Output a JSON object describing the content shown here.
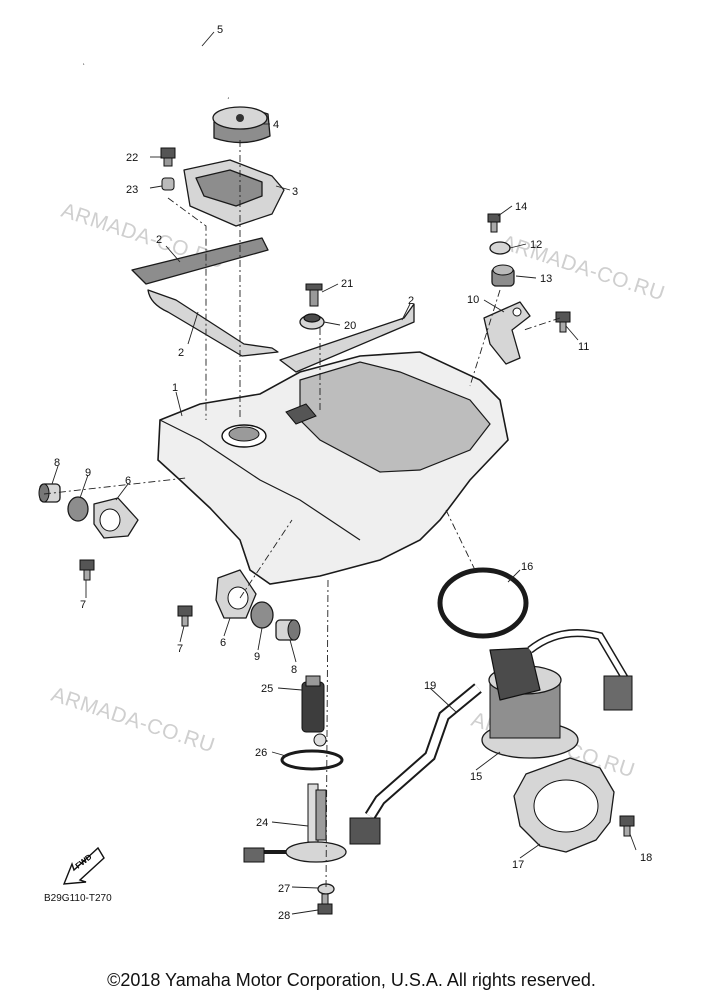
{
  "callouts": [
    {
      "id": "c1",
      "text": "1"
    },
    {
      "id": "c2a",
      "text": "2"
    },
    {
      "id": "c2b",
      "text": "2"
    },
    {
      "id": "c2c",
      "text": "2"
    },
    {
      "id": "c3",
      "text": "3"
    },
    {
      "id": "c4",
      "text": "4"
    },
    {
      "id": "c5",
      "text": "5"
    },
    {
      "id": "c6a",
      "text": "6"
    },
    {
      "id": "c6b",
      "text": "6"
    },
    {
      "id": "c7a",
      "text": "7"
    },
    {
      "id": "c7b",
      "text": "7"
    },
    {
      "id": "c8a",
      "text": "8"
    },
    {
      "id": "c8b",
      "text": "8"
    },
    {
      "id": "c9a",
      "text": "9"
    },
    {
      "id": "c9b",
      "text": "9"
    },
    {
      "id": "c10",
      "text": "10"
    },
    {
      "id": "c11",
      "text": "11"
    },
    {
      "id": "c12",
      "text": "12"
    },
    {
      "id": "c13",
      "text": "13"
    },
    {
      "id": "c14",
      "text": "14"
    },
    {
      "id": "c15",
      "text": "15"
    },
    {
      "id": "c16",
      "text": "16"
    },
    {
      "id": "c17",
      "text": "17"
    },
    {
      "id": "c18",
      "text": "18"
    },
    {
      "id": "c19",
      "text": "19"
    },
    {
      "id": "c20",
      "text": "20"
    },
    {
      "id": "c21",
      "text": "21"
    },
    {
      "id": "c22",
      "text": "22"
    },
    {
      "id": "c23",
      "text": "23"
    },
    {
      "id": "c24",
      "text": "24"
    },
    {
      "id": "c25",
      "text": "25"
    },
    {
      "id": "c26",
      "text": "26"
    },
    {
      "id": "c27",
      "text": "27"
    },
    {
      "id": "c28",
      "text": "28"
    }
  ],
  "watermark": "ARMADA-CO.RU",
  "fwd_label": "FWD",
  "diagram_code": "B29G110-T270",
  "copyright": "©2018 Yamaha Motor Corporation, U.S.A. All rights reserved."
}
